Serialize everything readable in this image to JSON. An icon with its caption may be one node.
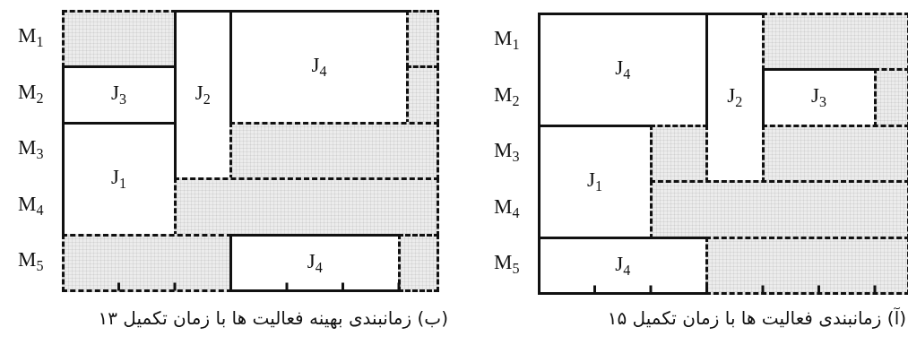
{
  "diagram": {
    "nodes": [
      {
        "text": [],
        "shape": "box"
      },
      {
        "text": [
          "J$_{2}$"
        ]
      },
      {
        "text": [
          "J$_{4}$"
        ]
      },
      {
        "text": [],
        "shape": "box"
      },
      {
        "text": [
          "J$_{3}$"
        ]
      },
      {
        "text": [],
        "shape": "box"
      },
      {
        "text": [
          "J$_{1}$"
        ]
      },
      {
        "text": [],
        "shape": "box"
      },
      {
        "text": [],
        "shape": "box"
      },
      {
        "text": [],
        "shape": "box"
      },
      {
        "text": [
          "J$_{4}$"
        ]
      },
      {
        "text": [],
        "shape": "box"
      },
      {
        "text": [
          "J$_{4}$"
        ]
      },
      {
        "text": [
          "J$_{2}$"
        ]
      },
      {
        "text": [],
        "shape": "box"
      },
      {
        "text": [
          "J$_{3}$"
        ]
      },
      {
        "text": [],
        "shape": "box"
      },
      {
        "text": [
          "J$_{1}$"
        ]
      },
      {
        "text": [],
        "shape": "box"
      },
      {
        "text": [],
        "shape": "box"
      },
      {
        "text": [],
        "shape": "box"
      },
      {
        "text": [
          "J$_{4}$"
        ]
      },
      {
        "text": [],
        "shape": "box"
      }
    ],
    "labels": [
      "M$_{1}$",
      "M$_{2}$",
      "M$_{3}$",
      "M$_{4}$",
      "M$_{5}$",
      "(ب) زمانبندی بهینه فعالیت ها با زمان تکمیل ۱۳",
      "M$_{1}$",
      "M$_{2}$",
      "M$_{3}$",
      "M$_{4}$",
      "M$_{5}$",
      "(آ) زمانبندی فعالیت ها با زمان تکمیل ۱۵"
    ]
  }
}
